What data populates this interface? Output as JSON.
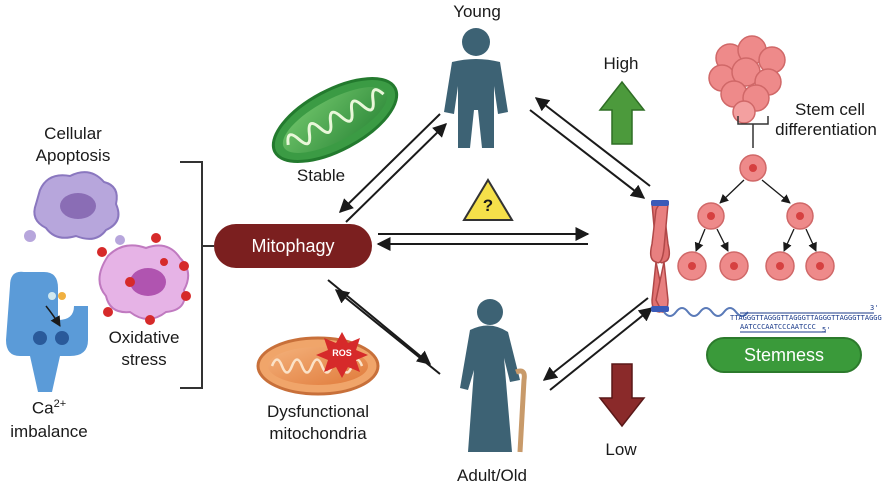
{
  "labels": {
    "young": "Young",
    "high": "High",
    "stem_cell": "Stem cell",
    "differentiation": "differentiation",
    "cellular": "Cellular",
    "apoptosis": "Apoptosis",
    "stable": "Stable",
    "mitophagy": "Mitophagy",
    "oxidative": "Oxidative",
    "stress": "stress",
    "ca": "Ca",
    "ca_sup": "2+",
    "imbalance": "imbalance",
    "dysfunctional": "Dysfunctional",
    "mitochondria": "mitochondria",
    "low": "Low",
    "adult_old": "Adult/Old",
    "stemness": "Stemness",
    "ros": "ROS",
    "question": "?",
    "seq_top": "TTAGGGTTAGGGTTAGGGTTAGGGTTAGGGTTAGGG",
    "seq_bottom": "AATCCCAATCCCAATCCC",
    "seq_3prime": "3'",
    "seq_5prime": "5'"
  },
  "colors": {
    "figure_blue": "#3d6274",
    "mitophagy_red": "#7b1f1f",
    "stemness_green": "#3a9a3a",
    "high_arrow_green": "#4c9a3c",
    "low_arrow_red": "#8a2a2a",
    "stem_cell_pink": "#ee8a8a",
    "warning_yellow": "#f5e04a"
  },
  "icons": {
    "young_figure": "person-icon",
    "old_figure": "elderly-person-icon",
    "healthy_mitochondrion": "mitochondrion-icon",
    "damaged_mitochondrion": "damaged-mitochondrion-icon",
    "chromosome": "chromosome-icon",
    "warning": "warning-triangle-icon"
  }
}
